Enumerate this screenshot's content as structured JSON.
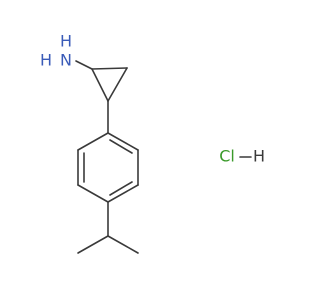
{
  "molecule": {
    "amine": {
      "n_label": "N",
      "h_top": "H",
      "h_left": "H"
    },
    "salt": {
      "cl_label": "Cl",
      "h_label": "H"
    },
    "colors": {
      "bond": "#3a3a3a",
      "nitrogen": "#3a5bb8",
      "chlorine": "#3a9a2a"
    }
  }
}
